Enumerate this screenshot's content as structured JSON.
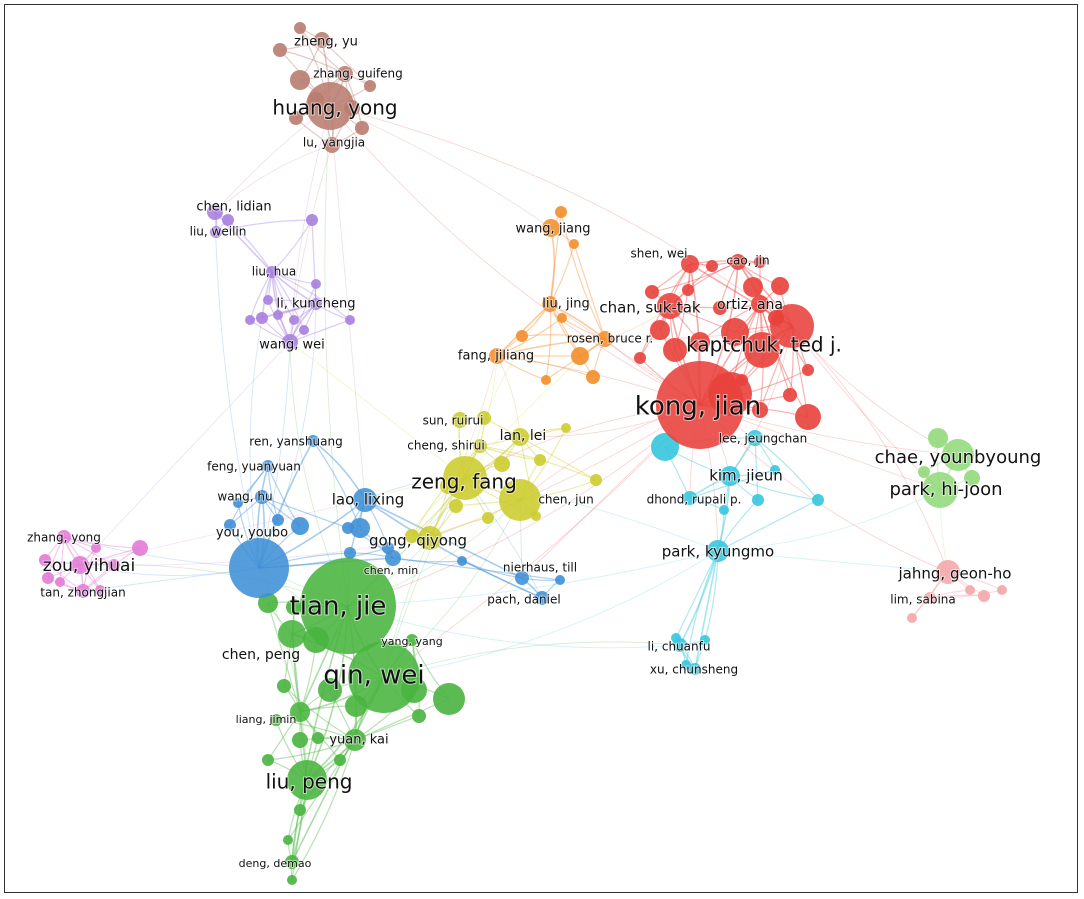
{
  "title": "",
  "cluster_colors": {
    "red": "#e8413b",
    "green": "#49b43f",
    "blue": "#3f8fd6",
    "yellow": "#cccc2e",
    "purple": "#a77fde",
    "cyan": "#35c5dd",
    "orange": "#f28e2b",
    "brown": "#b97c70",
    "pink": "#e37ad6",
    "light_green": "#92d97a",
    "light_pink": "#f4a6a9"
  },
  "nodes": [
    {
      "id": "kong_jian",
      "label": "kong, jian",
      "cluster": "red"
    },
    {
      "id": "kaptchuk",
      "label": "kaptchuk, ted j.",
      "cluster": "red"
    },
    {
      "id": "chan_suk_tak",
      "label": "chan, suk-tak",
      "cluster": "red"
    },
    {
      "id": "ortiz_ana",
      "label": "ortiz, ana",
      "cluster": "red"
    },
    {
      "id": "shen_wei",
      "label": "shen, wei",
      "cluster": "red"
    },
    {
      "id": "cao_jin",
      "label": "cao, jin",
      "cluster": "red"
    },
    {
      "id": "tian_jie",
      "label": "tian, jie",
      "cluster": "green"
    },
    {
      "id": "qin_wei",
      "label": "qin, wei",
      "cluster": "green"
    },
    {
      "id": "liu_peng",
      "label": "liu, peng",
      "cluster": "green"
    },
    {
      "id": "chen_peng",
      "label": "chen, peng",
      "cluster": "green"
    },
    {
      "id": "yang_yang",
      "label": "yang, yang",
      "cluster": "green"
    },
    {
      "id": "liang_jimin",
      "label": "liang, jimin",
      "cluster": "green"
    },
    {
      "id": "yuan_kai",
      "label": "yuan, kai",
      "cluster": "green"
    },
    {
      "id": "deng_demao",
      "label": "deng, demao",
      "cluster": "green"
    },
    {
      "id": "you_youbo",
      "label": "you, youbo",
      "cluster": "blue"
    },
    {
      "id": "lao_lixing",
      "label": "lao, lixing",
      "cluster": "blue"
    },
    {
      "id": "ren_yanshuang",
      "label": "ren, yanshuang",
      "cluster": "blue"
    },
    {
      "id": "feng_yuanyuan",
      "label": "feng, yuanyuan",
      "cluster": "blue"
    },
    {
      "id": "wang_hu",
      "label": "wang, hu",
      "cluster": "blue"
    },
    {
      "id": "chen_min",
      "label": "chen, min",
      "cluster": "blue"
    },
    {
      "id": "nierhaus_till",
      "label": "nierhaus, till",
      "cluster": "blue"
    },
    {
      "id": "pach_daniel",
      "label": "pach, daniel",
      "cluster": "blue"
    },
    {
      "id": "zeng_fang",
      "label": "zeng, fang",
      "cluster": "yellow"
    },
    {
      "id": "gong_qiyong",
      "label": "gong, qiyong",
      "cluster": "yellow"
    },
    {
      "id": "lan_lei",
      "label": "lan, lei",
      "cluster": "yellow"
    },
    {
      "id": "sun_ruirui",
      "label": "sun, ruirui",
      "cluster": "yellow"
    },
    {
      "id": "cheng_shirui",
      "label": "cheng, shirui",
      "cluster": "yellow"
    },
    {
      "id": "chen_jun",
      "label": "chen, jun",
      "cluster": "yellow"
    },
    {
      "id": "chen_lidian",
      "label": "chen, lidian",
      "cluster": "purple"
    },
    {
      "id": "liu_weilin",
      "label": "liu, weilin",
      "cluster": "purple"
    },
    {
      "id": "liu_hua",
      "label": "liu, hua",
      "cluster": "purple"
    },
    {
      "id": "li_kuncheng",
      "label": "li, kuncheng",
      "cluster": "purple"
    },
    {
      "id": "wang_wei",
      "label": "wang, wei",
      "cluster": "purple"
    },
    {
      "id": "park_kyungmo",
      "label": "park, kyungmo",
      "cluster": "cyan"
    },
    {
      "id": "kim_jieun",
      "label": "kim, jieun",
      "cluster": "cyan"
    },
    {
      "id": "lee_jeungchan",
      "label": "lee, jeungchan",
      "cluster": "cyan"
    },
    {
      "id": "dhond_rupali",
      "label": "dhond, rupali p.",
      "cluster": "cyan"
    },
    {
      "id": "li_chuanfu",
      "label": "li, chuanfu",
      "cluster": "cyan"
    },
    {
      "id": "xu_chunsheng",
      "label": "xu, chunsheng",
      "cluster": "cyan"
    },
    {
      "id": "wang_jiang",
      "label": "wang, jiang",
      "cluster": "orange"
    },
    {
      "id": "liu_jing",
      "label": "liu, jing",
      "cluster": "orange"
    },
    {
      "id": "rosen_bruce",
      "label": "rosen, bruce r.",
      "cluster": "orange"
    },
    {
      "id": "fang_jiliang",
      "label": "fang, jiliang",
      "cluster": "orange"
    },
    {
      "id": "huang_yong",
      "label": "huang, yong",
      "cluster": "brown"
    },
    {
      "id": "zheng_yu",
      "label": "zheng, yu",
      "cluster": "brown"
    },
    {
      "id": "zhang_guifeng",
      "label": "zhang, guifeng",
      "cluster": "brown"
    },
    {
      "id": "lu_yangjia",
      "label": "lu, yangjia",
      "cluster": "brown"
    },
    {
      "id": "zou_yihuai",
      "label": "zou, yihuai",
      "cluster": "pink"
    },
    {
      "id": "zhang_yong",
      "label": "zhang, yong",
      "cluster": "pink"
    },
    {
      "id": "tan_zhongjian",
      "label": "tan, zhongjian",
      "cluster": "pink"
    },
    {
      "id": "chae_younbyoung",
      "label": "chae, younbyoung",
      "cluster": "light_green"
    },
    {
      "id": "park_hi_joon",
      "label": "park, hi-joon",
      "cluster": "light_green"
    },
    {
      "id": "jahng_geon_ho",
      "label": "jahng, geon-ho",
      "cluster": "light_pink"
    },
    {
      "id": "lim_sabina",
      "label": "lim, sabina",
      "cluster": "light_pink"
    }
  ]
}
